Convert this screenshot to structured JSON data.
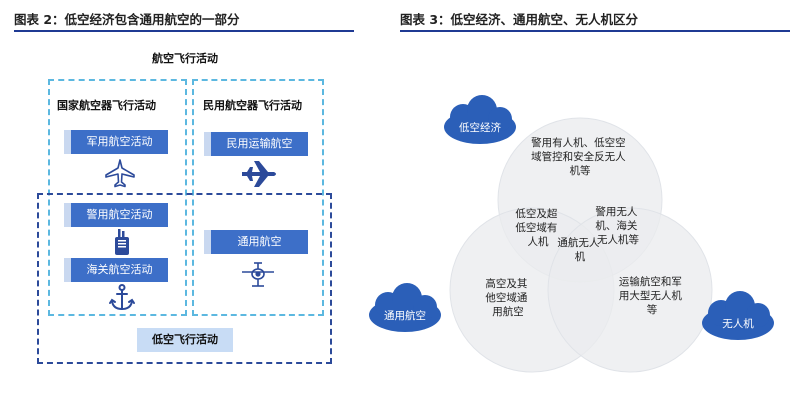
{
  "left_figure": {
    "title": "图表 2：低空经济包含通用航空的一部分",
    "top_label": "航空飞行活动",
    "state_label": "国家航空器飞行活动",
    "civil_label": "民用航空器飞行活动",
    "military": "军用航空活动",
    "civil_transport": "民用运输航空",
    "police": "警用航空活动",
    "customs": "海关航空活动",
    "general": "通用航空",
    "low_altitude": "低空飞行活动"
  },
  "right_figure": {
    "title": "图表 3：低空经济、通用航空、无人机区分",
    "clouds": {
      "low_econ": "低空经济",
      "general": "通用航空",
      "drone": "无人机"
    },
    "regions": {
      "top": [
        "警用有人机、低空空",
        "域管控和安全反无人",
        "机等"
      ],
      "left_mid": [
        "低空及超",
        "低空域有",
        "人机"
      ],
      "right_mid": [
        "警用无人",
        "机、海关",
        "无人机等"
      ],
      "center": [
        "通航无人",
        "机"
      ],
      "left_bottom": [
        "高空及其",
        "他空域通",
        "用航空"
      ],
      "right_bottom": [
        "运输航空和军",
        "用大型无人机",
        "等"
      ]
    }
  },
  "colors": {
    "dark_blue": "#2c4a9a",
    "light_blue_dash": "#5cb8e0",
    "pill_blue": "#3d6fc8",
    "cloud_blue": "#2b5fb8",
    "circle_gray": "#e9ebee"
  },
  "icons": [
    "plane-outline-icon",
    "plane-solid-icon",
    "walkie-talkie-icon",
    "anchor-icon",
    "light-aircraft-icon"
  ]
}
